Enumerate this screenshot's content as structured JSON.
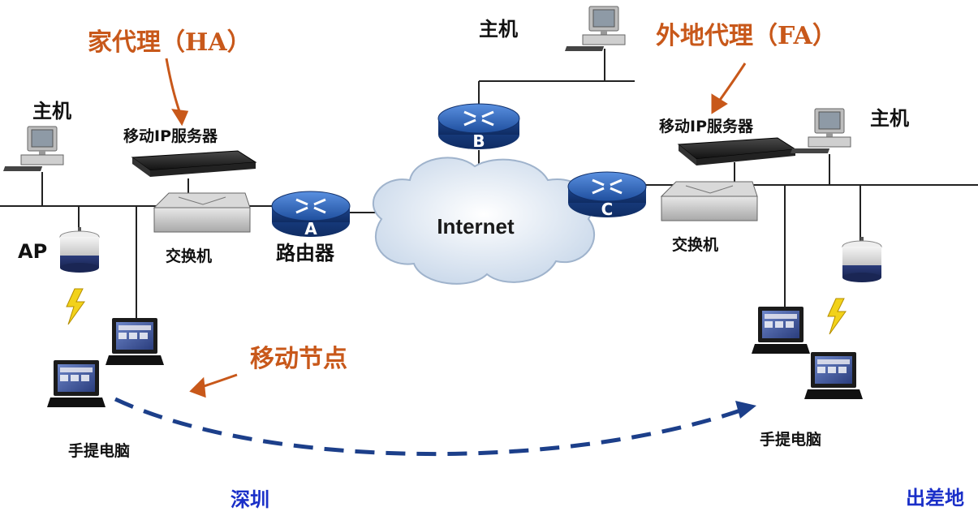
{
  "labels": {
    "home_agent": "家代理（HA）",
    "foreign_agent": "外地代理（FA）",
    "mobile_node": "移动节点",
    "host_left": "主机",
    "host_top": "主机",
    "host_right": "主机",
    "mip_server_left": "移动IP服务器",
    "mip_server_right": "移动IP服务器",
    "switch_left": "交换机",
    "switch_right": "交换机",
    "router": "路由器",
    "ap": "AP",
    "laptop_left": "手提电脑",
    "laptop_right": "手提电脑",
    "place_left": "深圳",
    "place_right": "出差地",
    "internet": "Internet"
  },
  "routers": {
    "a": "A",
    "b": "B",
    "c": "C"
  },
  "colors": {
    "accent_orange": "#c8581a",
    "place_blue": "#1a2fc8",
    "router_blue": "#2a5fb8",
    "dash_blue": "#1c3f8a"
  }
}
